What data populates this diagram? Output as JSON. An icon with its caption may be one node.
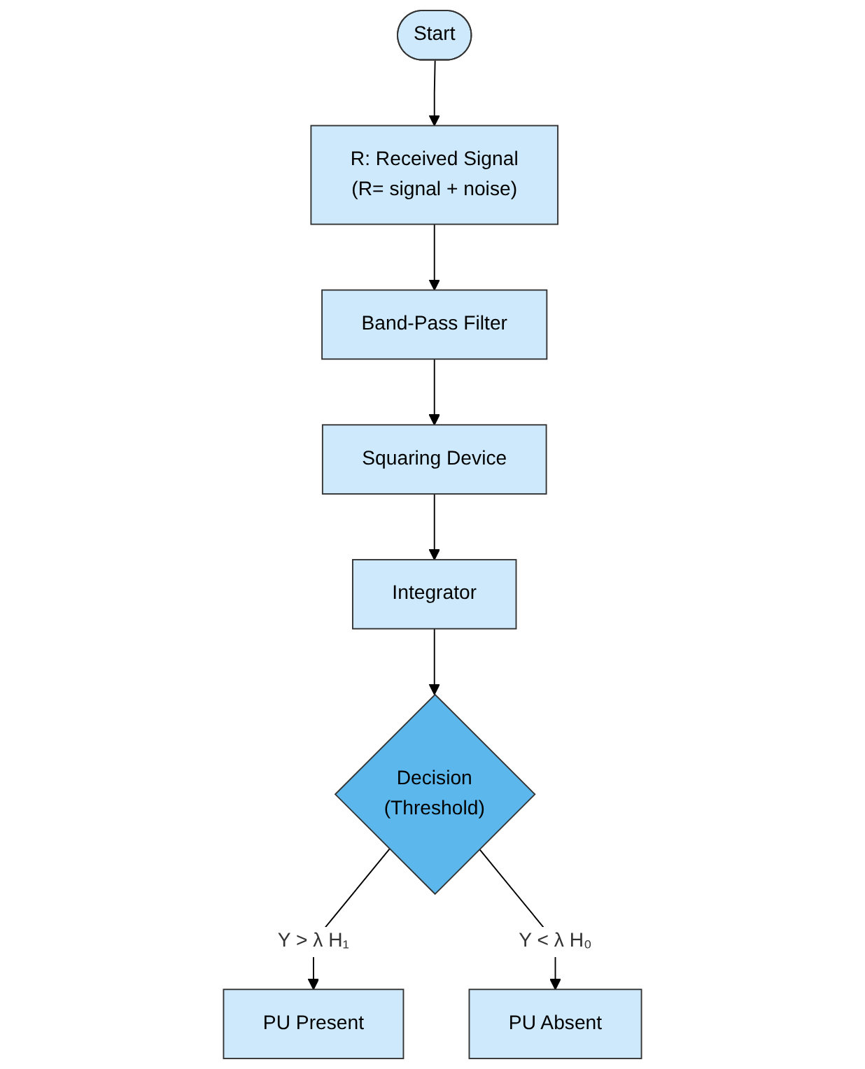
{
  "diagram": {
    "nodes": [
      {
        "text": [
          "Start"
        ]
      },
      {
        "text": [
          "R: Received Signal",
          "(R= signal + noise)"
        ]
      },
      {
        "text": [
          "Band-Pass Filter"
        ]
      },
      {
        "text": [
          "Squaring Device"
        ]
      },
      {
        "text": [
          "Integrator"
        ]
      },
      {
        "text": [
          "Decision",
          "(Threshold)"
        ]
      },
      {
        "text": [
          "PU Present"
        ]
      },
      {
        "text": [
          "PU Absent"
        ]
      }
    ],
    "edges": [
      {
        "from": 0,
        "to": 1,
        "arrow": "to"
      },
      {
        "from": 1,
        "to": 2,
        "arrow": "to"
      },
      {
        "from": 2,
        "to": 3,
        "arrow": "to"
      },
      {
        "from": 3,
        "to": 4,
        "arrow": "to"
      },
      {
        "from": 4,
        "to": 5,
        "arrow": "to"
      },
      {
        "from": 5,
        "to": 6,
        "label": "Y > λ H₁",
        "arrow": "to"
      },
      {
        "from": 5,
        "to": 7,
        "label": "Y <  λ H₀",
        "arrow": "to"
      }
    ]
  }
}
